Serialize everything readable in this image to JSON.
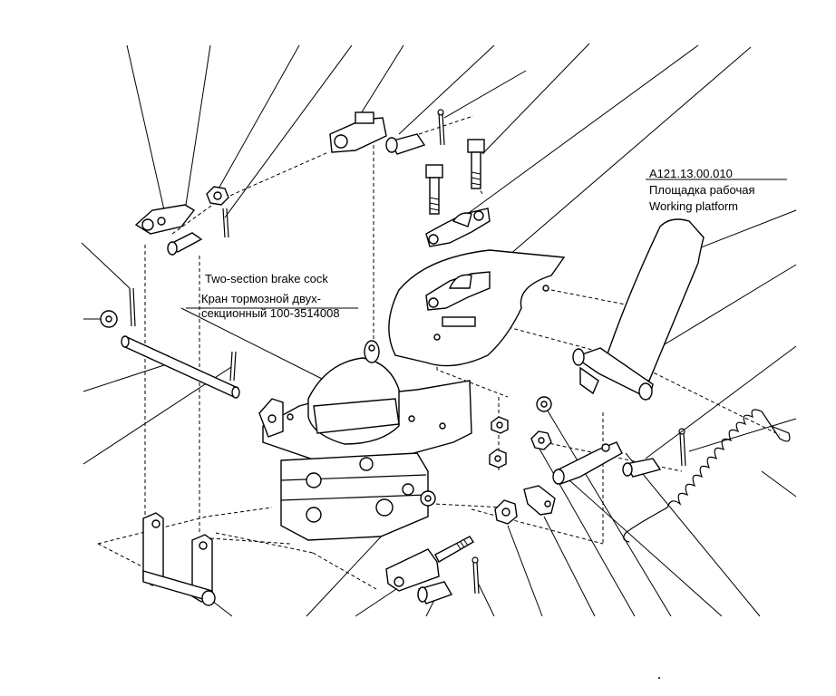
{
  "labels": {
    "brake_cock": {
      "line1": "Two-section brake cock",
      "line2": "Кран тормозной двух-",
      "line3": "секционный 100-3514008"
    },
    "platform": {
      "code": "А121.13.00.010",
      "line_ru": "Площадка рабочая",
      "line_en": "Working platform"
    }
  }
}
